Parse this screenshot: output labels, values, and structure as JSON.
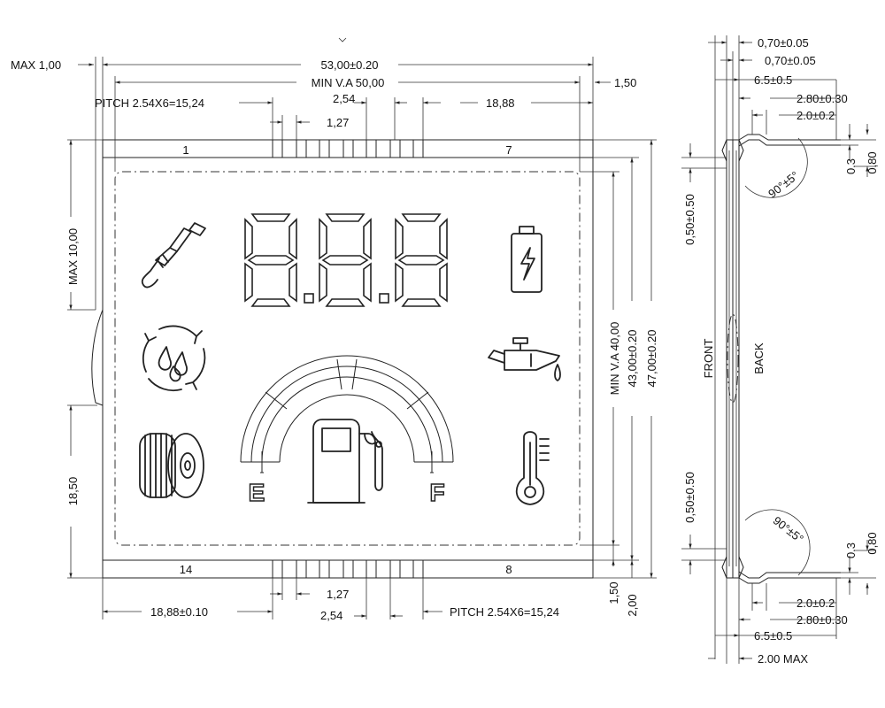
{
  "front_view": {
    "max_1": "MAX 1,00",
    "width_outline": "53,00±0.20",
    "width_view_area": "MIN V.A 50,00",
    "edge_right": "1,50",
    "pitch_top": "PITCH 2.54X6=15,24",
    "pin_spacing_top": "2,54",
    "pin_width_top": "1,27",
    "pin_offset_top": "18,88",
    "pin_label_1": "1",
    "pin_label_7": "7",
    "pin_label_14": "14",
    "pin_label_8": "8",
    "max_height": "MAX 10,00",
    "pin_height": "18,50",
    "height_view_area": "MIN V.A 40,00",
    "height_glass": "43,00±0.20",
    "height_outline": "47,00±0.20",
    "pin_width_bottom": "1,27",
    "pin_offset_bottom": "18,88±0.10",
    "pin_spacing_bottom": "2,54",
    "pitch_bottom": "PITCH 2.54X6=15,24",
    "bottom_edge_1": "1,50",
    "bottom_edge_2": "2,00",
    "gauge_empty": "E",
    "gauge_full": "F"
  },
  "side_view": {
    "thickness_top_1": "0,70±0.05",
    "thickness_top_2": "0,70±0.05",
    "pin_length_top": "6.5±0.5",
    "pin_depth_top": "2.80±0.30",
    "pin_bend_top": "2.0±0.2",
    "lead_thickness_top": "0.3",
    "lead_width_top": "0,80",
    "bend_angle_top": "90°±5°",
    "offset_top": "0,50±0.50",
    "front_label": "FRONT",
    "back_label": "BACK",
    "offset_bottom": "0,50±0.50",
    "bend_angle_bottom": "90°±5°",
    "lead_thickness_bottom": "0.3",
    "lead_width_bottom": "0,80",
    "pin_bend_bottom": "2.0±0.2",
    "pin_depth_bottom": "2.80±0.30",
    "pin_length_bottom": "6.5±0.5",
    "max_thickness": "2.00 MAX"
  },
  "icons": [
    "spark-plug-icon",
    "oil-change-cycle-icon",
    "tire-icon",
    "battery-icon",
    "oil-can-icon",
    "thermometer-icon",
    "fuel-pump-icon"
  ]
}
